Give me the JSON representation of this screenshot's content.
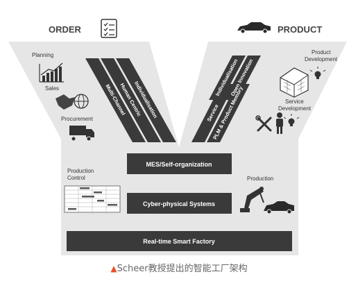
{
  "header": {
    "left_title": "ORDER",
    "right_title": "PRODUCT"
  },
  "left_side": {
    "planning": "Planning",
    "sales": "Sales",
    "procurement": "Procurement",
    "production_control": [
      "Production",
      "Control"
    ]
  },
  "right_side": {
    "product_development": [
      "Product",
      "Development"
    ],
    "service_development": [
      "Service",
      "Development"
    ],
    "production": "Production"
  },
  "left_stripes": [
    "Multi-Channel",
    "Human Centric",
    "Individualisation"
  ],
  "right_stripes": [
    "Service",
    "PLM & Product Memory",
    "Individualisation",
    "Open Innovation"
  ],
  "bars": {
    "mes": "MES/Self-organization",
    "cps": "Cyber-physical Systems",
    "factory": "Real-time Smart Factory"
  },
  "caption": {
    "marker": "▲",
    "text": "Scheer教授提出的智能工厂架构"
  },
  "colors": {
    "funnel": "#e6e6e6",
    "stripe": "#3a3a3a",
    "bar": "#3a3a3a",
    "caption_marker": "#e8502a"
  },
  "icons": [
    "checklist-icon",
    "car-icon",
    "bar-chart-icon",
    "handshake-globe-icon",
    "truck-icon",
    "building-grid-icon",
    "lightbulb-icon",
    "person-icon",
    "tools-icon",
    "robot-arm-icon",
    "gantt-table-icon"
  ]
}
